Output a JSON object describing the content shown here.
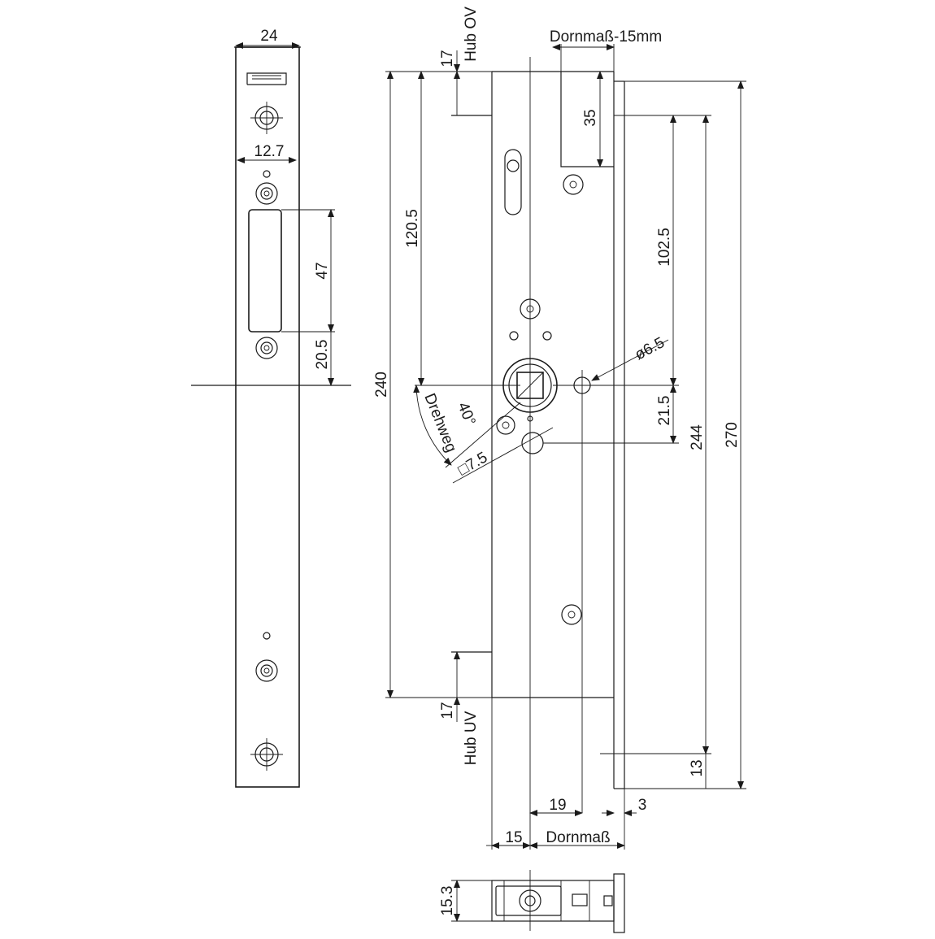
{
  "dimensions": {
    "faceplate_width": "24",
    "faceplate_inner_width": "12.7",
    "latch_height": "47",
    "latch_offset": "20.5",
    "hub_ov": "17",
    "hub_ov_label": "Hub OV",
    "hub_uv": "17",
    "hub_uv_label": "Hub UV",
    "top_to_follower": "120.5",
    "case_height": "240",
    "backset_minus": "Dornmaß-15mm",
    "top_offset": "35",
    "spindle_to_top": "102.5",
    "hole_diameter": "ø6.5",
    "follower_offset": "21.5",
    "total_244": "244",
    "total_270": "270",
    "bottom_13": "13",
    "dist_19": "19",
    "dist_3": "3",
    "dist_15": "15",
    "backset": "Dornmaß",
    "rotation_angle": "40°",
    "rotation_label": "Drehweg",
    "square_size": "□7.5",
    "bottom_thickness": "15.3"
  }
}
